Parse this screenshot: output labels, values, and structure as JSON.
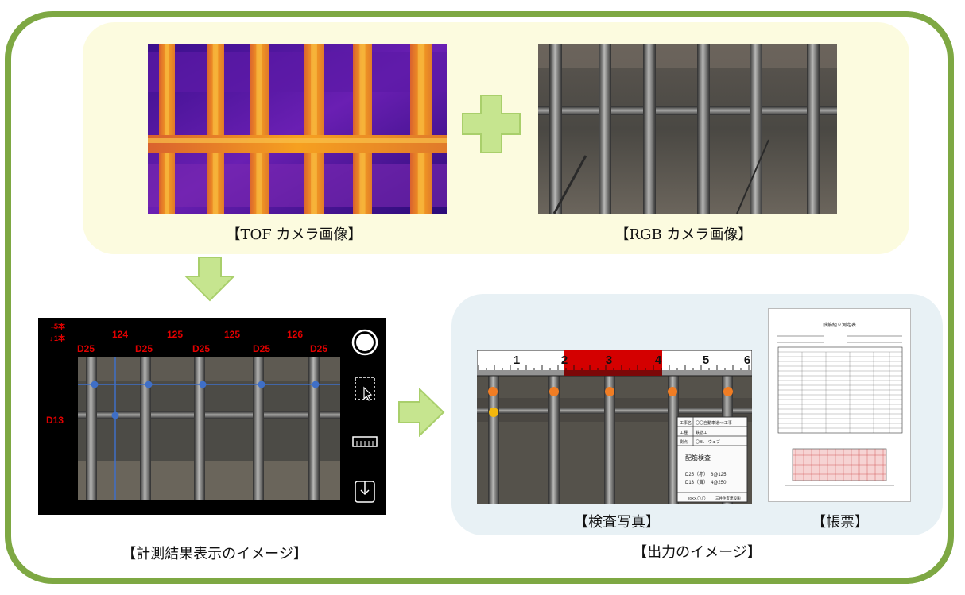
{
  "captions": {
    "tof": "【TOF カメラ画像】",
    "rgb": "【RGB カメラ画像】",
    "measure": "【計測結果表示のイメージ】",
    "inspect": "【検査写真】",
    "report": "【帳票】",
    "output": "【出力のイメージ】"
  },
  "measure_screen": {
    "legend_5": "5本",
    "legend_1": "1本",
    "spacings": [
      "124",
      "125",
      "125",
      "126"
    ],
    "bar_labels": [
      "D25",
      "D25",
      "D25",
      "D25",
      "D25"
    ],
    "side_label": "D13"
  },
  "inspect_photo": {
    "ruler_numbers": [
      "1",
      "2",
      "3",
      "4",
      "5",
      "6"
    ],
    "board_rows": [
      {
        "key": "工事名",
        "value": "〇〇自動車道××工事"
      },
      {
        "key": "工種",
        "value": "鉄筋工"
      },
      {
        "key": "測点",
        "value": "〇BL　ウェブ"
      }
    ],
    "board_title": "配筋検査",
    "board_lines": [
      "D25（赤）　8@125",
      "D13（黄）　4@250"
    ],
    "board_footer_left": "20XX.〇.〇",
    "board_footer_right": "三井住友建設㈱"
  },
  "report": {
    "title": "鉄筋組立測定表"
  },
  "colors": {
    "frame": "#7ea843",
    "top_panel": "#fcfbdf",
    "bottom_panel": "#e8f1f5",
    "arrow": "#c6e58f",
    "measure_red": "#e10000",
    "dot_blue": "#3f6fc7",
    "dot_orange": "#f07d24",
    "dot_yellow": "#f3b70d"
  }
}
